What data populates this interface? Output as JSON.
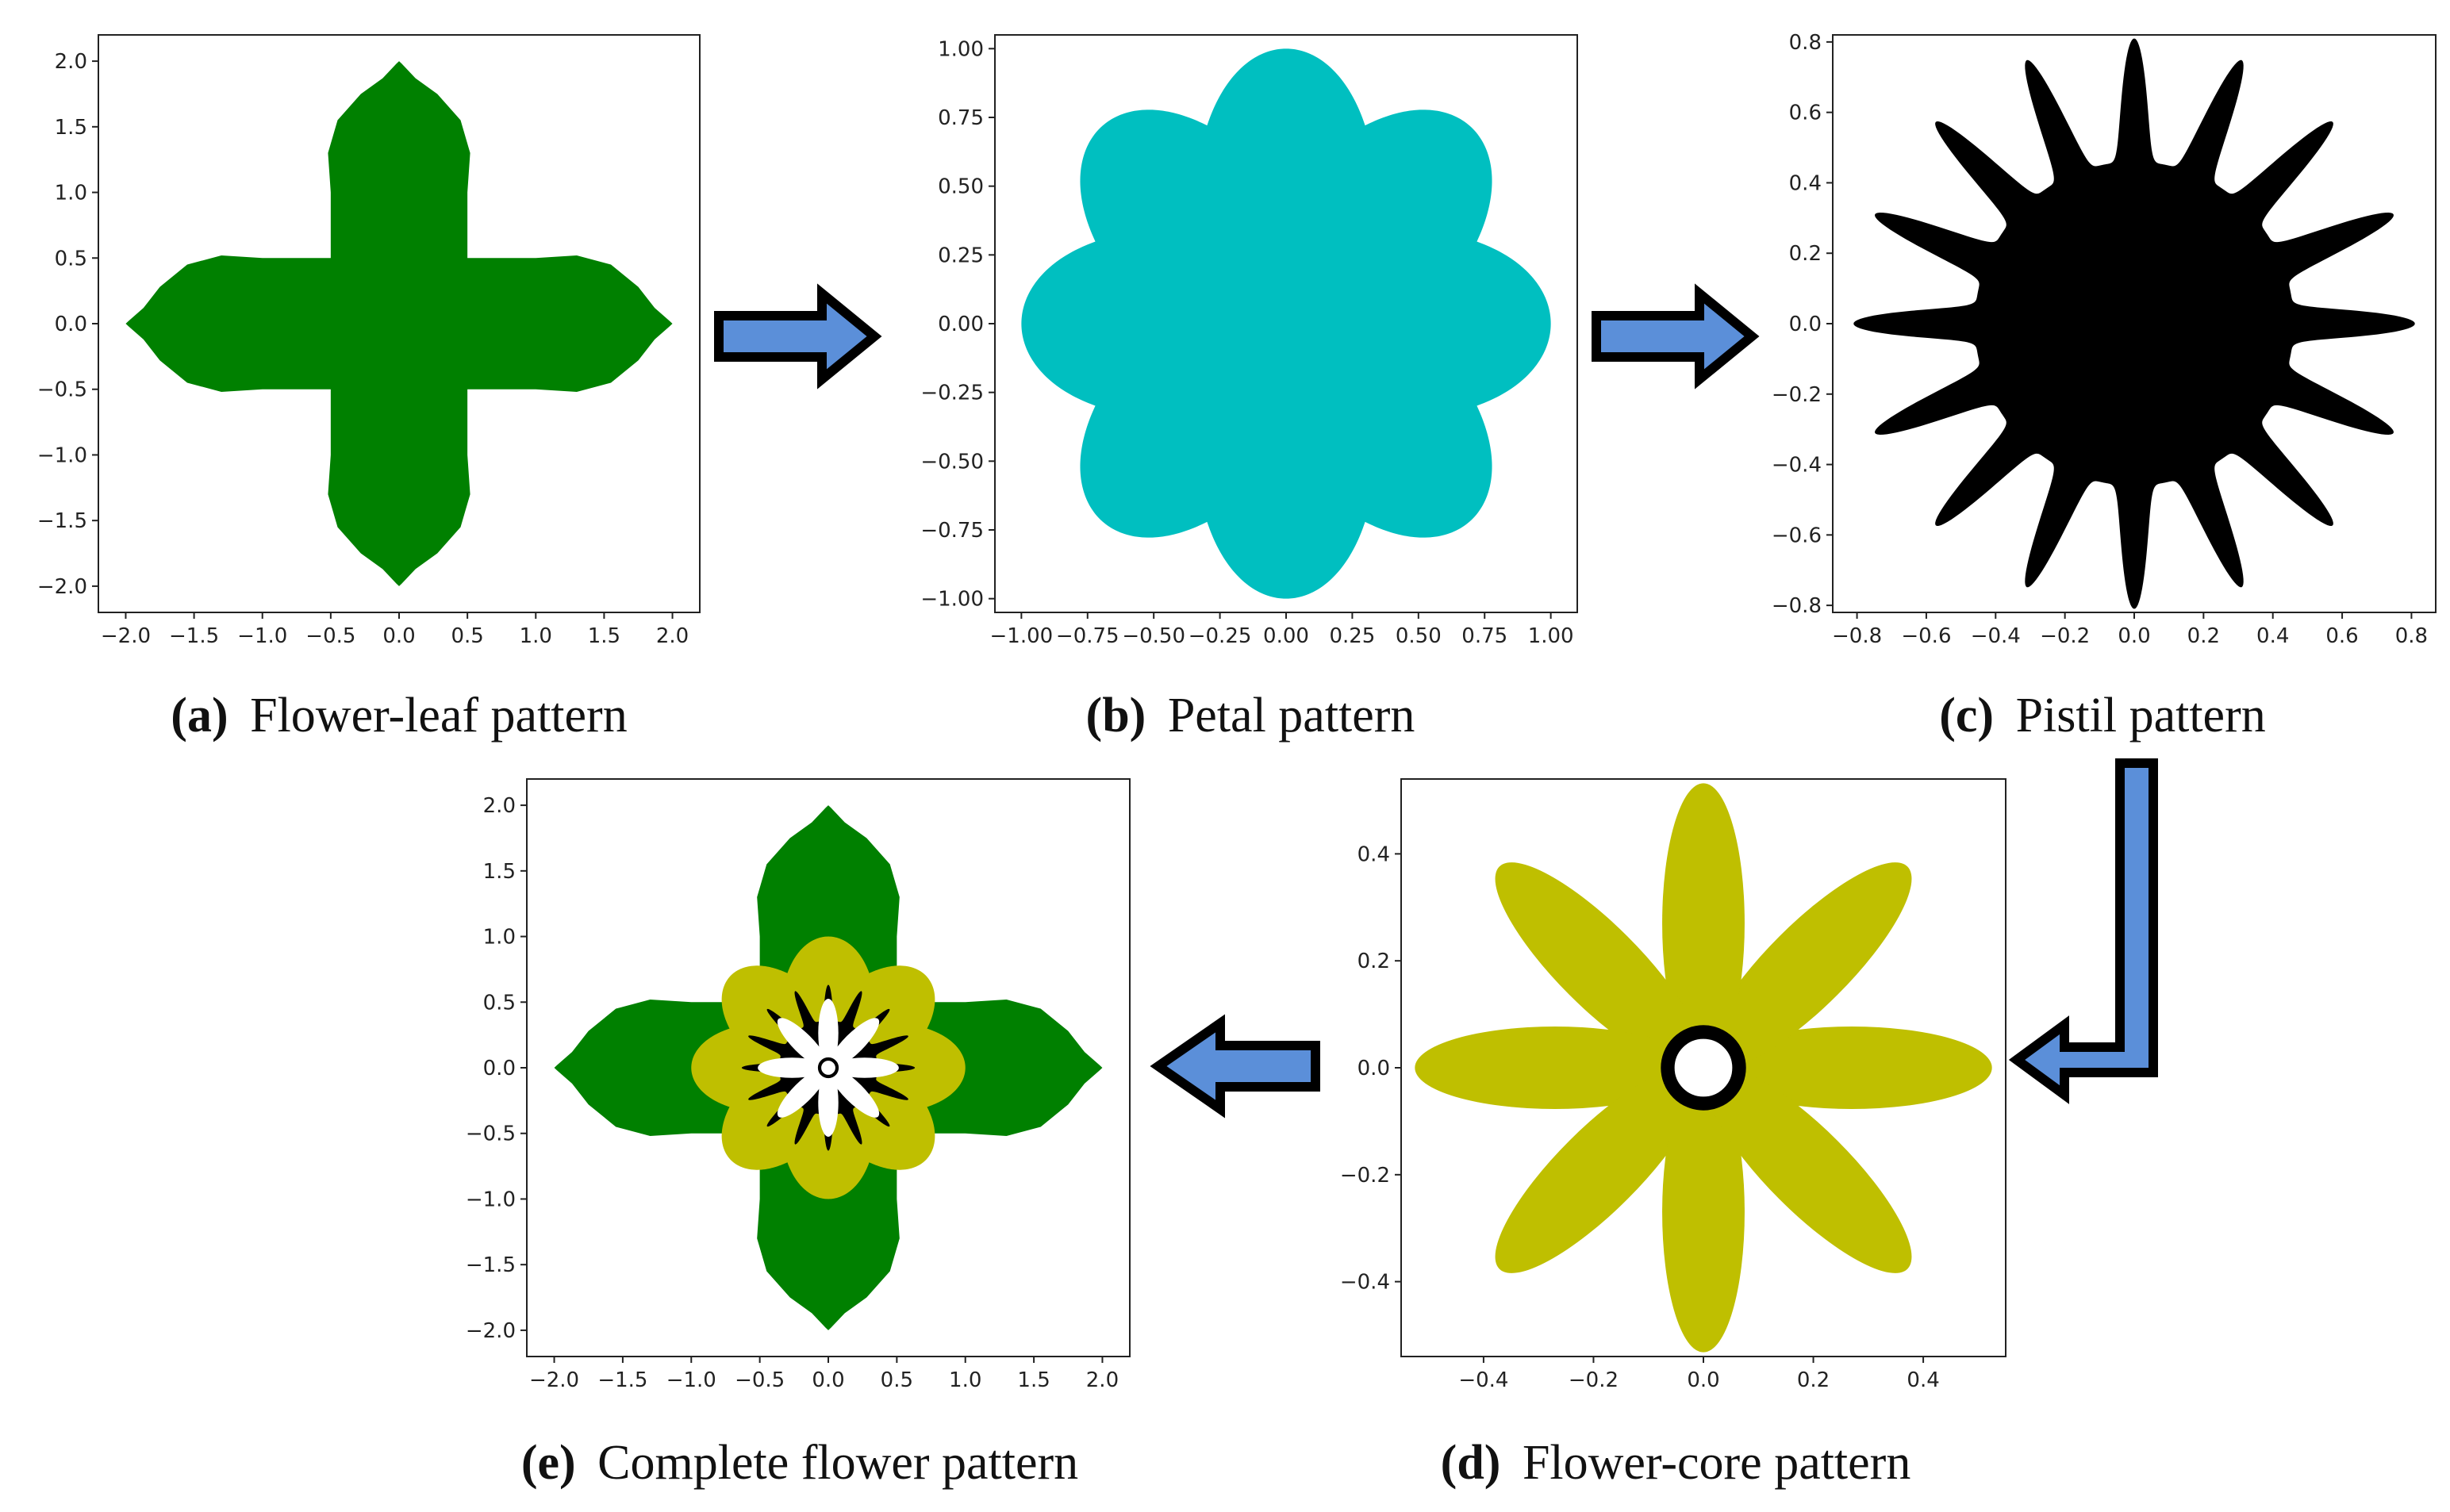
{
  "colors": {
    "leaf": "#008000",
    "petal": "#00bfc0",
    "pistil": "#000000",
    "core_petal": "#bfbf00",
    "core_ring": "#000000",
    "core_center": "#ffffff",
    "arrow_fill": "#5b8fd9",
    "arrow_stroke": "#000000"
  },
  "panels": [
    {
      "id": "a",
      "caption_letter": "(a)",
      "caption_text": "Flower-leaf pattern",
      "shape": "flower-leaf",
      "xlim": [
        -2.2,
        2.2
      ],
      "ylim": [
        -2.2,
        2.2
      ],
      "xticks": [
        "−2.0",
        "−1.5",
        "−1.0",
        "−0.5",
        "0.0",
        "0.5",
        "1.0",
        "1.5",
        "2.0"
      ],
      "yticks": [
        "2.0",
        "1.5",
        "1.0",
        "0.5",
        "0.0",
        "−0.5",
        "−1.0",
        "−1.5",
        "−2.0"
      ],
      "xtick_values": [
        -2.0,
        -1.5,
        -1.0,
        -0.5,
        0.0,
        0.5,
        1.0,
        1.5,
        2.0
      ],
      "ytick_values": [
        2.0,
        1.5,
        1.0,
        0.5,
        0.0,
        -0.5,
        -1.0,
        -1.5,
        -2.0
      ]
    },
    {
      "id": "b",
      "caption_letter": "(b)",
      "caption_text": "Petal pattern",
      "shape": "petal",
      "xlim": [
        -1.1,
        1.1
      ],
      "ylim": [
        -1.05,
        1.05
      ],
      "xticks": [
        "−1.00",
        "−0.75",
        "−0.50",
        "−0.25",
        "0.00",
        "0.25",
        "0.50",
        "0.75",
        "1.00"
      ],
      "yticks": [
        "1.00",
        "0.75",
        "0.50",
        "0.25",
        "0.00",
        "−0.25",
        "−0.50",
        "−0.75",
        "−1.00"
      ],
      "xtick_values": [
        -1.0,
        -0.75,
        -0.5,
        -0.25,
        0.0,
        0.25,
        0.5,
        0.75,
        1.0
      ],
      "ytick_values": [
        1.0,
        0.75,
        0.5,
        0.25,
        0.0,
        -0.25,
        -0.5,
        -0.75,
        -1.0
      ]
    },
    {
      "id": "c",
      "caption_letter": "(c)",
      "caption_text": "Pistil pattern",
      "shape": "pistil",
      "xlim": [
        -0.87,
        0.87
      ],
      "ylim": [
        -0.82,
        0.82
      ],
      "xticks": [
        "−0.8",
        "−0.6",
        "−0.4",
        "−0.2",
        "0.0",
        "0.2",
        "0.4",
        "0.6",
        "0.8"
      ],
      "yticks": [
        "0.8",
        "0.6",
        "0.4",
        "0.2",
        "0.0",
        "−0.2",
        "−0.4",
        "−0.6",
        "−0.8"
      ],
      "xtick_values": [
        -0.8,
        -0.6,
        -0.4,
        -0.2,
        0.0,
        0.2,
        0.4,
        0.6,
        0.8
      ],
      "ytick_values": [
        0.8,
        0.6,
        0.4,
        0.2,
        0.0,
        -0.2,
        -0.4,
        -0.6,
        -0.8
      ]
    },
    {
      "id": "e",
      "caption_letter": "(e)",
      "caption_text": "Complete flower pattern",
      "shape": "complete",
      "xlim": [
        -2.2,
        2.2
      ],
      "ylim": [
        -2.2,
        2.2
      ],
      "xticks": [
        "−2.0",
        "−1.5",
        "−1.0",
        "−0.5",
        "0.0",
        "0.5",
        "1.0",
        "1.5",
        "2.0"
      ],
      "yticks": [
        "2.0",
        "1.5",
        "1.0",
        "0.5",
        "0.0",
        "−0.5",
        "−1.0",
        "−1.5",
        "−2.0"
      ],
      "xtick_values": [
        -2.0,
        -1.5,
        -1.0,
        -0.5,
        0.0,
        0.5,
        1.0,
        1.5,
        2.0
      ],
      "ytick_values": [
        2.0,
        1.5,
        1.0,
        0.5,
        0.0,
        -0.5,
        -1.0,
        -1.5,
        -2.0
      ]
    },
    {
      "id": "d",
      "caption_letter": "(d)",
      "caption_text": "Flower-core pattern",
      "shape": "core",
      "xlim": [
        -0.55,
        0.55
      ],
      "ylim": [
        -0.54,
        0.54
      ],
      "xticks": [
        "−0.4",
        "−0.2",
        "0.0",
        "0.2",
        "0.4"
      ],
      "yticks": [
        "0.4",
        "0.2",
        "0.0",
        "−0.2",
        "−0.4"
      ],
      "xtick_values": [
        -0.4,
        -0.2,
        0.0,
        0.2,
        0.4
      ],
      "ytick_values": [
        0.4,
        0.2,
        0.0,
        -0.2,
        -0.4
      ]
    }
  ],
  "arrows": [
    {
      "from": "a",
      "to": "b",
      "direction": "right"
    },
    {
      "from": "b",
      "to": "c",
      "direction": "right"
    },
    {
      "from": "c",
      "to": "d",
      "direction": "down-left"
    },
    {
      "from": "d",
      "to": "e",
      "direction": "left"
    }
  ]
}
